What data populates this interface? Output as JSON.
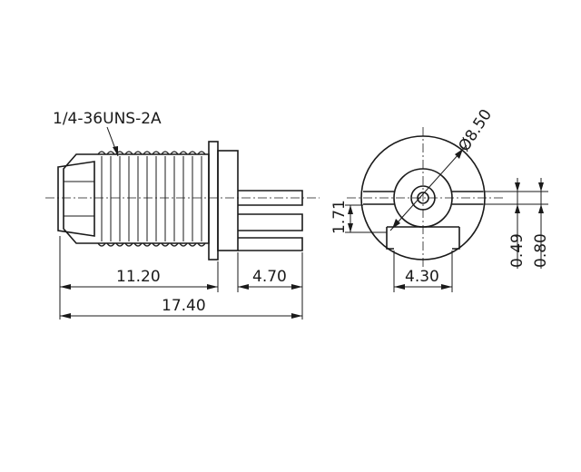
{
  "drawing": {
    "thread_spec": "1/4-36UNS-2A",
    "dims": {
      "body_length": "11.20",
      "pin_length": "4.70",
      "overall_length": "17.40",
      "flange_diameter": "Ø8.50",
      "leg_offset": "1.71",
      "leg_spacing": "4.30",
      "pin_diameter": "0.49",
      "leg_thickness": "0.80"
    }
  }
}
